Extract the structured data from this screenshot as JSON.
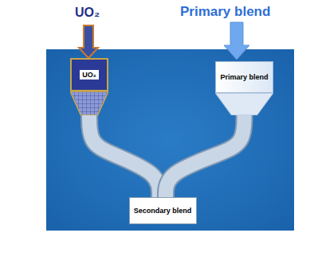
{
  "diagram": {
    "nodes": [
      {
        "text": [
          "UO₂"
        ]
      },
      {
        "text": [
          "Primary blend"
        ]
      },
      {
        "text": [
          "Secondary blend"
        ]
      }
    ],
    "edges": [
      {
        "from": 0,
        "to": 2,
        "arrow": "none"
      },
      {
        "from": 1,
        "to": 2,
        "arrow": "none"
      }
    ],
    "labels": [
      "UO₂",
      "Primary blend"
    ]
  }
}
